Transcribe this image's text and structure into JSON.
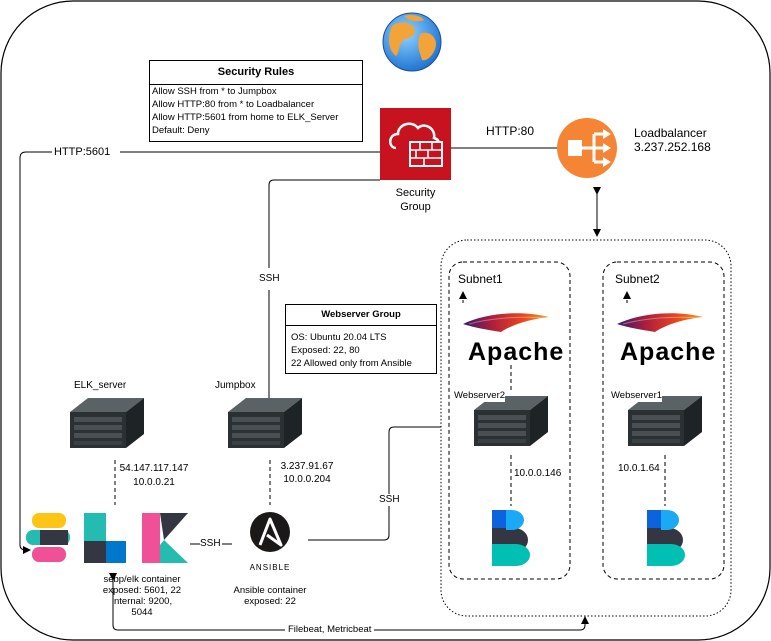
{
  "security_rules": {
    "title": "Security Rules",
    "rules": [
      "Allow SSH from * to Jumpbox",
      "Allow HTTP:80 from * to Loadbalancer",
      "Allow HTTP:5601 from home to ELK_Server",
      "Default: Deny"
    ]
  },
  "security_group": {
    "label_line1": "Security",
    "label_line2": "Group"
  },
  "loadbalancer": {
    "name": "Loadbalancer",
    "ip": "3.237.252.168"
  },
  "connections": {
    "http80": "HTTP:80",
    "http5601": "HTTP:5601",
    "ssh_jump": "SSH",
    "ssh_web": "SSH",
    "ssh_elk": "SSH",
    "beats": "Filebeat, Metricbeat"
  },
  "webserver_group": {
    "title": "Webserver Group",
    "lines": [
      "OS: Ubuntu 20.04 LTS",
      "Exposed: 22, 80",
      "22 Allowed only from Ansible"
    ]
  },
  "elk_server": {
    "name": "ELK_server",
    "public_ip": "54.147.117.147",
    "private_ip": "10.0.0.21",
    "container_lines": [
      "sebp/elk container",
      "exposed: 5601, 22",
      "internal: 9200,",
      "5044"
    ]
  },
  "jumpbox": {
    "name": "Jumpbox",
    "public_ip": "3.237.91.67",
    "private_ip": "10.0.0.204",
    "container_lines": [
      "Ansible container",
      "exposed: 22"
    ],
    "ansible_word": "ANSIBLE"
  },
  "subnet1": {
    "name": "Subnet1",
    "server": "Webserver2",
    "ip": "10.0.0.146",
    "apache": "Apache"
  },
  "subnet2": {
    "name": "Subnet2",
    "server": "Webserver1",
    "ip": "10.0.1.64",
    "apache": "Apache"
  },
  "colors": {
    "security_red": "#C7131F",
    "lb_orange": "#F58534",
    "elk_yellow": "#FEC514",
    "elk_teal": "#24BBB1",
    "elk_pink": "#EF5098",
    "beats_teal": "#1BA9F5",
    "beats_dark": "#343741",
    "beats_green": "#00BFB3"
  }
}
